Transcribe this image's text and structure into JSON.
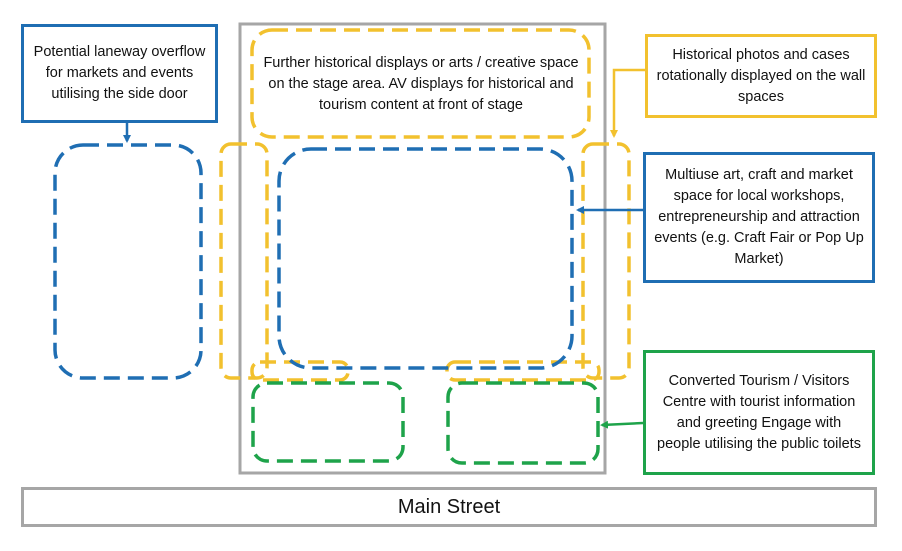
{
  "colors": {
    "blue": "#1f6eb3",
    "yellow": "#f2c12e",
    "green": "#1ea34a",
    "grey": "#a6a6a6"
  },
  "callouts": {
    "laneway": "Potential laneway overflow for markets and events utilising the side door",
    "stage": "Further historical displays or arts / creative space on the stage area. AV displays for historical and tourism content at front of stage",
    "photos": "Historical photos and cases rotationally displayed on the wall spaces",
    "multiuse": "Multiuse art, craft and market space for local workshops, entrepreneurship and attraction events (e.g. Craft Fair or Pop Up Market)",
    "tourism": "Converted Tourism / Visitors Centre with tourist information and greeting Engage with people utilising the public toilets"
  },
  "street": {
    "label": "Main Street"
  }
}
